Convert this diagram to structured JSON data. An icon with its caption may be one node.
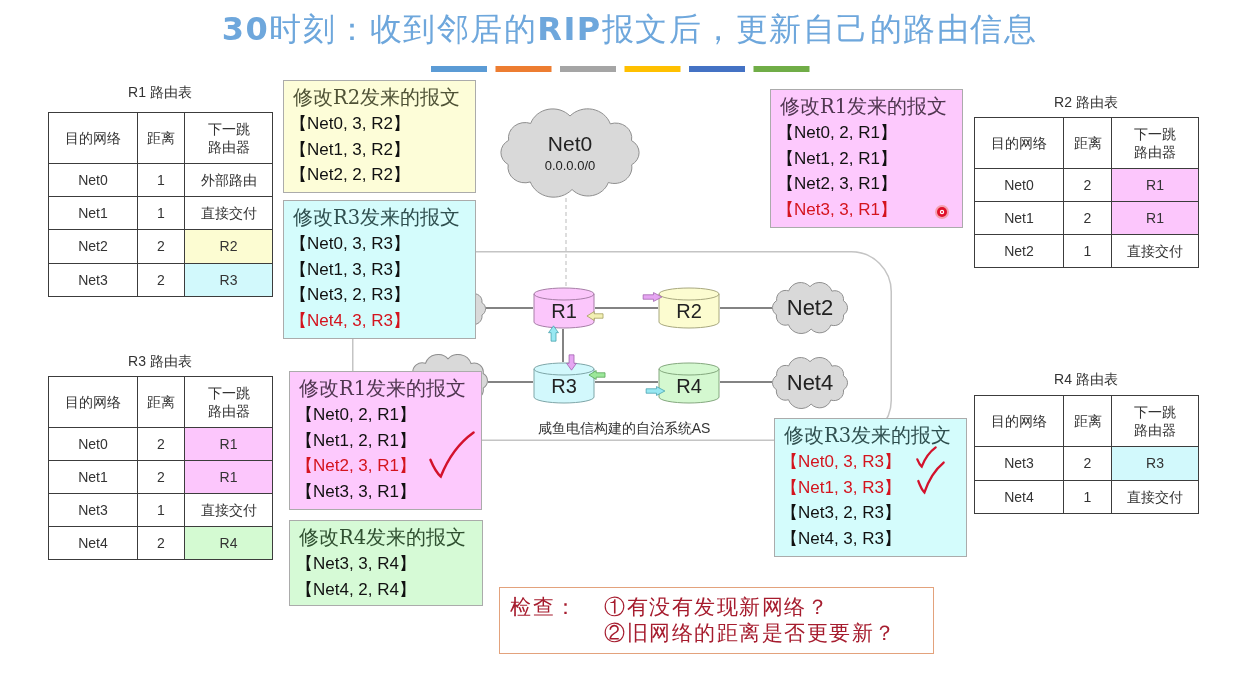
{
  "diagram": {
    "title": "**30**时刻：收到邻居的**RIP**报文后，更新自己的路由信息",
    "nodes": [
      {
        "text": [
          "修改R2发来的报文",
          "【Net0, 3, R2】",
          "【Net1, 3, R2】",
          "【Net2, 2, R2】"
        ]
      },
      {
        "text": [
          "修改R1发来的报文",
          "【Net0, 2, R1】",
          "【Net1, 2, R1】",
          "【Net2, 3, R1】",
          "【Net3, 3, R1】"
        ]
      },
      {
        "text": [
          "Net0",
          "0.0.0.0/0"
        ]
      },
      {
        "text": [
          "修改R3发来的报文",
          "【Net0, 3, R3】",
          "【Net1, 3, R3】",
          "【Net3, 2, R3】",
          "【Net4, 3, R3】"
        ]
      },
      {
        "text": [
          "咸鱼电信构建的自治系统AS"
        ]
      },
      {
        "text": [],
        "shape": "cloud",
        "in": 4
      },
      {
        "text": [
          "R1"
        ],
        "in": 4
      },
      {
        "text": [
          "R2"
        ],
        "in": 4
      },
      {
        "text": [
          "Net2"
        ],
        "in": 4
      },
      {
        "text": [],
        "shape": "cloud",
        "in": 4
      },
      {
        "text": [
          "R3"
        ],
        "in": 4
      },
      {
        "text": [
          "R4"
        ],
        "in": 4
      },
      {
        "text": [
          "Net4"
        ],
        "in": 4
      },
      {
        "text": [
          "修改R1发来的报文",
          "【Net0, 2, R1】",
          "【Net1, 2, R1】",
          "【Net2, 3, R1】",
          "【Net3, 3, R1】"
        ]
      },
      {
        "text": [
          "修改R3发来的报文",
          "【Net0, 3, R3】",
          "【Net1, 3, R3】",
          "【Net3, 2, R3】",
          "【Net4, 3, R3】"
        ]
      },
      {
        "text": [
          "修改R4发来的报文",
          "【Net3, 3, R4】",
          "【Net4, 2, R4】"
        ]
      },
      {
        "text": [
          "检查：",
          "①有没有发现新网络？",
          "②旧网络的距离是否更要新？"
        ]
      }
    ],
    "edges": [
      {
        "from": 2,
        "to": 6,
        "arrow": "none",
        "style": "dashed",
        "color": "#bbbbbb"
      },
      {
        "from": 5,
        "to": 6,
        "arrow": "none"
      },
      {
        "from": 6,
        "to": 7,
        "arrow": "none"
      },
      {
        "from": 7,
        "to": 8,
        "arrow": "none"
      },
      {
        "from": 6,
        "to": 10,
        "arrow": "none"
      },
      {
        "from": 9,
        "to": 10,
        "arrow": "none"
      },
      {
        "from": 10,
        "to": 11,
        "arrow": "none"
      },
      {
        "from": 11,
        "to": 12,
        "arrow": "none"
      }
    ],
    "labels": [
      "R1 路由表",
      "目的网络",
      "距离",
      "下一跳路由器",
      "Net0",
      "1",
      "外部路由",
      "Net1",
      "1",
      "直接交付",
      "Net2",
      "2",
      "R2",
      "Net3",
      "2",
      "R3",
      "R2 路由表",
      "目的网络",
      "距离",
      "下一跳路由器",
      "Net0",
      "2",
      "R1",
      "Net1",
      "2",
      "R1",
      "Net2",
      "1",
      "直接交付",
      "R3 路由表",
      "目的网络",
      "距离",
      "下一跳路由器",
      "Net0",
      "2",
      "R1",
      "Net1",
      "2",
      "R1",
      "Net3",
      "1",
      "直接交付",
      "Net4",
      "2",
      "R4",
      "R4 路由表",
      "目的网络",
      "距离",
      "下一跳路由器",
      "Net3",
      "2",
      "R3",
      "Net4",
      "1",
      "直接交付"
    ]
  }
}
